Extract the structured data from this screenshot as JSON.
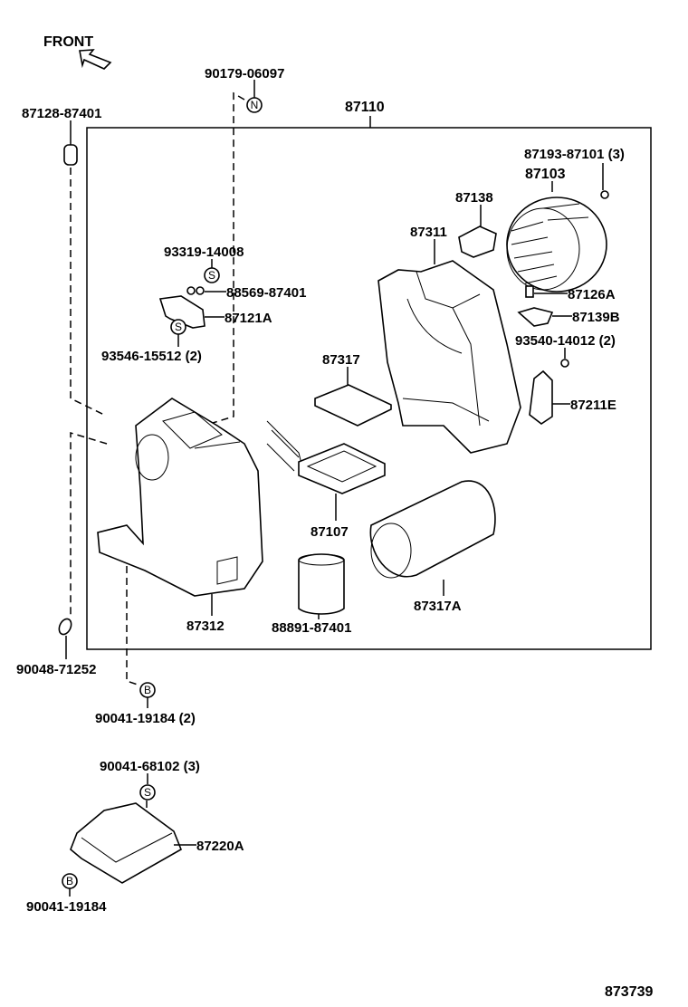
{
  "orientation": {
    "label": "FRONT",
    "icon": "front-arrow-icon"
  },
  "assembly": {
    "part_no": "87110"
  },
  "symbols": {
    "N": "N",
    "S": "S",
    "B": "B"
  },
  "labels": {
    "nut_top": "90179-06097",
    "clip_left": "87128-87401",
    "screw_motor": "87193-87101 (3)",
    "blower_motor": "87103",
    "resistor": "87138",
    "case_upper": "87311",
    "screw_s_upper": "93319-14008",
    "servo_clip": "88569-87401",
    "servo_motor": "87121A",
    "screw_servo": "93546-15512 (2)",
    "motor_bracket": "87126A",
    "damper_servo": "87139B",
    "screw_right": "93540-14012 (2)",
    "filter": "87317",
    "servo_right": "87211E",
    "heater_core": "87107",
    "evap_case": "87317A",
    "case_lower": "87312",
    "insulator": "88891-87401",
    "o_ring": "90048-71252",
    "bolt_lower": "90041-19184 (2)",
    "screw_cover": "90041-68102 (3)",
    "cover": "87220A",
    "bolt_cover": "90041-19184"
  },
  "figure_no": "873739"
}
